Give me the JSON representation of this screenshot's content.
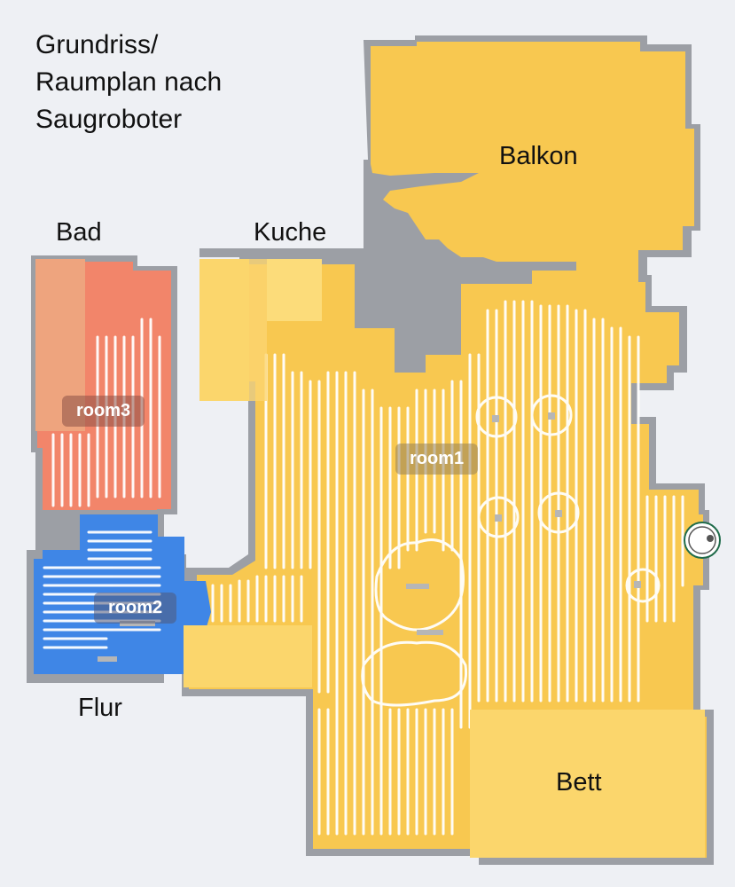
{
  "title": "Grundriss/\nRaumplan nach\nSaugroboter",
  "labels": {
    "balkon": "Balkon",
    "bad": "Bad",
    "kuche": "Kuche",
    "flur": "Flur",
    "bett": "Bett"
  },
  "room_tags": {
    "room1": "room1",
    "room2": "room2",
    "room3": "room3"
  },
  "colors": {
    "background": "#eef0f4",
    "wall": "#9c9fa5",
    "room1": "#f8c850",
    "room2": "#3f86e6",
    "room3": "#f2856a",
    "furniture": "#fbd66c",
    "bad_furniture": "#eea47e",
    "path": "#ffffff",
    "robot": "#ffffff",
    "robot_ring": "#1f6b4a"
  },
  "icons": {
    "robot": "robot-vacuum-icon"
  }
}
